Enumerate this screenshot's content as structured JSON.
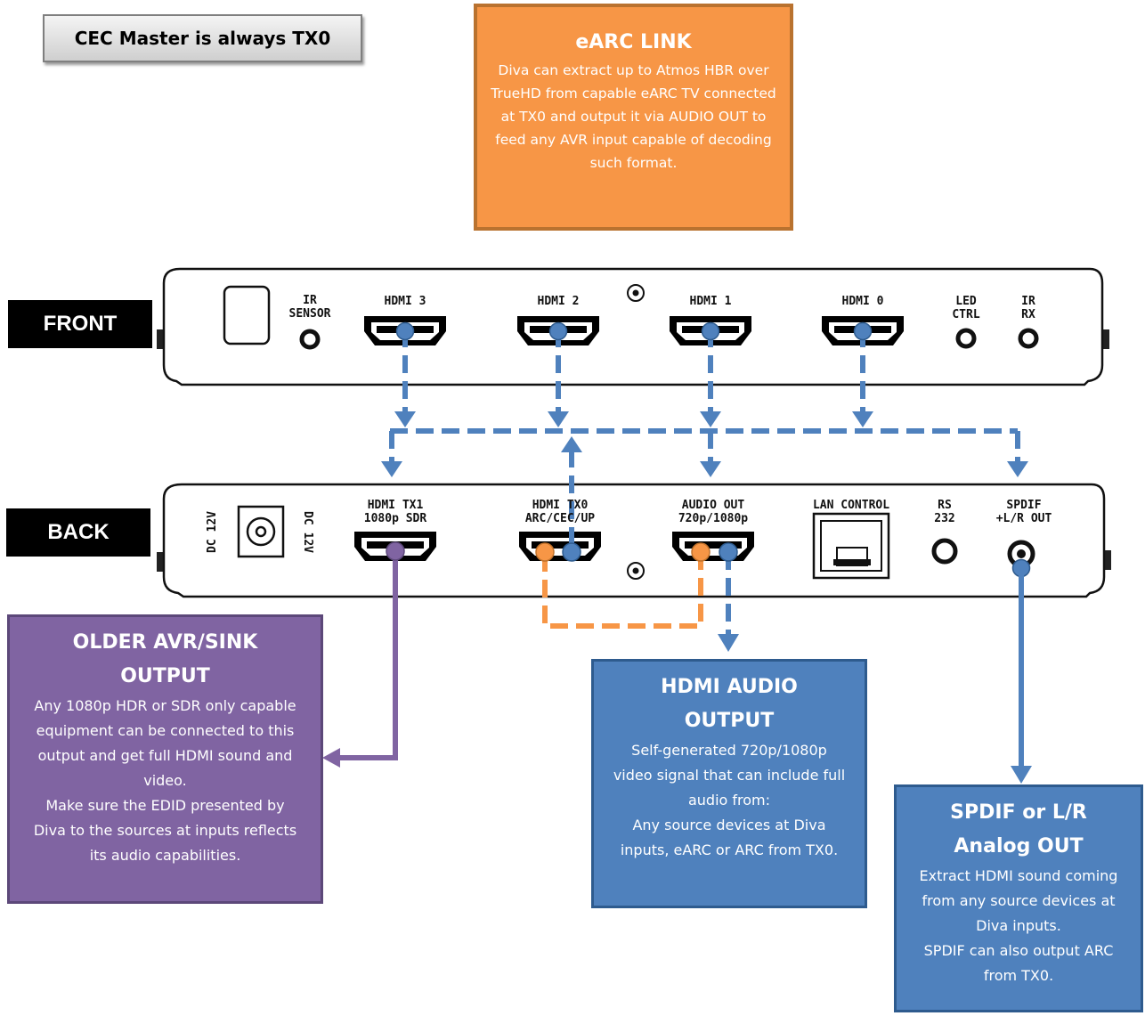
{
  "cec_note": "CEC Master is always TX0",
  "earc": {
    "title": "eARC LINK",
    "text": "Diva can extract up to Atmos HBR over TrueHD from capable eARC TV connected at TX0 and output it via AUDIO OUT to feed any AVR input capable of decoding such format."
  },
  "front": {
    "tag": "FRONT",
    "labels": {
      "ir_sensor": "IR\nSENSOR",
      "hdmi3": "HDMI 3",
      "hdmi2": "HDMI 2",
      "hdmi1": "HDMI 1",
      "hdmi0": "HDMI 0",
      "led_ctrl": "LED\nCTRL",
      "ir_rx": "IR\nRX"
    }
  },
  "back": {
    "tag": "BACK",
    "labels": {
      "dc_left": "DC 12V",
      "dc_right": "DC 12V",
      "hdmi_tx1": "HDMI TX1\n1080p SDR",
      "hdmi_tx0": "HDMI TX0\nARC/CEC/UP",
      "audio_out": "AUDIO OUT\n720p/1080p",
      "lan_control": "LAN CONTROL",
      "rs232": "RS\n232",
      "spdif": "SPDIF\n+L/R OUT"
    }
  },
  "older": {
    "title": "OLDER AVR/SINK\nOUTPUT",
    "text": "Any 1080p HDR or SDR only capable equipment can be connected to this output and get full HDMI sound and video.\nMake sure the EDID presented by Diva to the sources at inputs reflects its audio capabilities."
  },
  "hdmi_audio": {
    "title": "HDMI AUDIO\nOUTPUT",
    "text": "Self-generated 720p/1080p video signal that can include full audio from:\nAny source devices at Diva inputs, eARC or ARC from TX0."
  },
  "spdif_box": {
    "title": "SPDIF or L/R\nAnalog OUT",
    "text": "Extract HDMI sound coming from any source devices at Diva inputs.\nSPDIF can also output ARC from TX0."
  },
  "colors": {
    "blue": "#4f81bd",
    "orange": "#f79646",
    "purple": "#8064a2"
  }
}
